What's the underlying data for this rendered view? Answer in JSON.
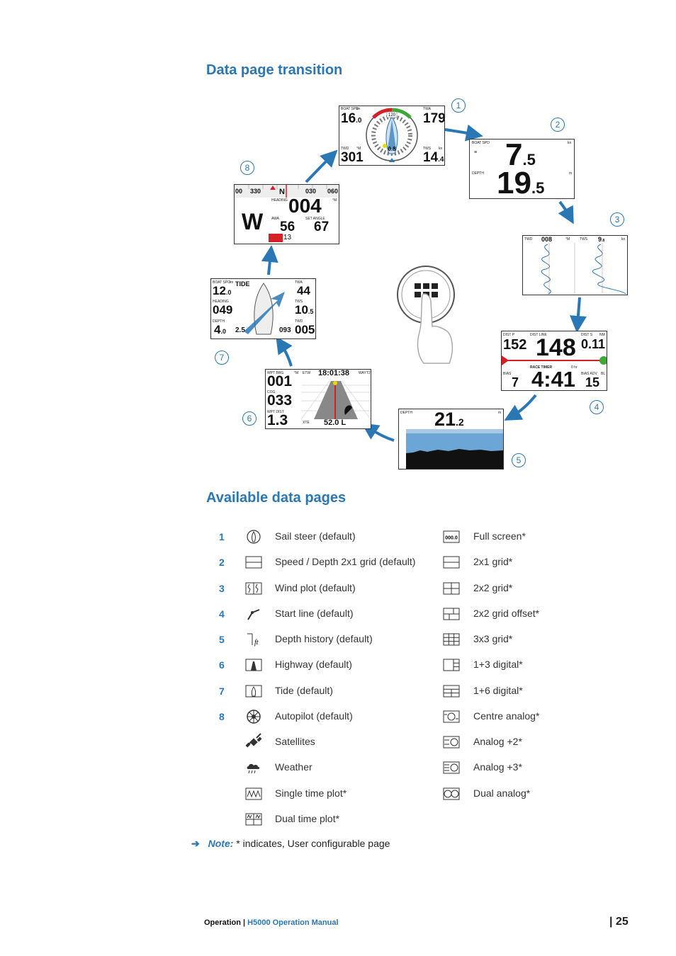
{
  "headings": {
    "transition": "Data page transition",
    "available": "Available data pages"
  },
  "screens": {
    "s1": {
      "boat_spd_label": "BOAT SPD",
      "unit_kn": "kn",
      "boat_spd": "16",
      "boat_spd_dec": ".0",
      "twa_label": "TWA",
      "twa": "179",
      "twd_label": "TWD",
      "twd_unit": "°M",
      "twd": "301",
      "tws_label": "TWS",
      "tws_unit": "kn",
      "tws": "14",
      "tws_dec": ".4",
      "dial_top": "120",
      "dial_center": "0.8"
    },
    "s2": {
      "boat_spd_label": "BOAT SPD",
      "unit_kn": "kn",
      "speed": "7",
      "speed_dec": ".5",
      "depth_label": "DEPTH",
      "unit_m": "m",
      "depth": "19",
      "depth_dec": ".5"
    },
    "s3": {
      "twd_label": "TWD",
      "twd": "008",
      "twd_unit": "°M",
      "tws_label": "TWS",
      "tws": "9",
      "tws_dec": ".8",
      "tws_unit": "kn"
    },
    "s4": {
      "dist_p": "DIST P",
      "dist_line": "DIST LINE",
      "dist_s": "DIST S",
      "unit_m": "m",
      "unit_nm": "NM",
      "p_val": "152",
      "line_val": "148",
      "s_val": "0.11",
      "race_timer": "RACE TIMER",
      "hr": "0 hr",
      "bias": "BIAS",
      "bias_adv": "BIAS ADV",
      "bl": "BL",
      "bias_val": "7",
      "timer": "4:41",
      "bias_adv_val": "15"
    },
    "s5": {
      "depth_label": "DEPTH",
      "unit_m": "m",
      "depth": "21",
      "depth_dec": ".2"
    },
    "s6": {
      "wpt_brg": "WPT BRG",
      "unit_m": "°M",
      "etw": "ETW",
      "time": "18:01:38",
      "wpt": "WAYT2",
      "brg": "001",
      "cog": "COG",
      "cog_val": "033",
      "wpt_dist": "WPT DIST",
      "dist": "1.3",
      "xte": "XTE",
      "xte_val": "52.0 L"
    },
    "s7": {
      "boat_spd": "BOAT SPD",
      "unit_kn": "kn",
      "tide": "TIDE",
      "twa": "TWA",
      "spd": "12",
      "spd_dec": ".0",
      "twa_val": "44",
      "heading": "HEADING",
      "unit_deg": "°M",
      "tws": "TWS",
      "head_val": "049",
      "tws_val": "10",
      "tws_dec": ".5",
      "depth": "DEPTH",
      "unit_m": "m",
      "twd": "TWD",
      "depth_val": "4",
      "depth_dec": ".0",
      "tide_val": "2.5",
      "tide_dir": "093",
      "twd_val": "005"
    },
    "s8": {
      "t1": "00",
      "t2": "330",
      "t3": "N",
      "t4": "030",
      "t5": "060",
      "heading": "HEADING",
      "unit_deg": "°M",
      "head_val": "004",
      "dir": "W",
      "awa": "AWA",
      "set_angle": "SET ANGLE",
      "awa_val": "56",
      "set_val": "67",
      "rudder": "13"
    }
  },
  "callouts": [
    "1",
    "2",
    "3",
    "4",
    "5",
    "6",
    "7",
    "8"
  ],
  "pages_left": [
    {
      "num": "1",
      "icon": "sail-steer-icon",
      "label": "Sail steer (default)"
    },
    {
      "num": "2",
      "icon": "speed-depth-icon",
      "label": "Speed / Depth 2x1 grid (default)"
    },
    {
      "num": "3",
      "icon": "wind-plot-icon",
      "label": "Wind plot (default)"
    },
    {
      "num": "4",
      "icon": "start-line-icon",
      "label": "Start line (default)"
    },
    {
      "num": "5",
      "icon": "depth-history-icon",
      "label": "Depth history (default)"
    },
    {
      "num": "6",
      "icon": "highway-icon",
      "label": "Highway (default)"
    },
    {
      "num": "7",
      "icon": "tide-icon",
      "label": "Tide (default)"
    },
    {
      "num": "8",
      "icon": "autopilot-icon",
      "label": "Autopilot (default)"
    },
    {
      "num": "",
      "icon": "satellites-icon",
      "label": "Satellites"
    },
    {
      "num": "",
      "icon": "weather-icon",
      "label": "Weather"
    },
    {
      "num": "",
      "icon": "single-time-plot-icon",
      "label": "Single time plot*"
    },
    {
      "num": "",
      "icon": "dual-time-plot-icon",
      "label": "Dual time plot*"
    }
  ],
  "pages_right": [
    {
      "icon": "full-screen-icon",
      "icon_text": "000.0",
      "label": "Full screen*"
    },
    {
      "icon": "grid-2x1-icon",
      "label": "2x1 grid*"
    },
    {
      "icon": "grid-2x2-icon",
      "label": "2x2 grid*"
    },
    {
      "icon": "grid-2x2-offset-icon",
      "label": "2x2 grid offset*"
    },
    {
      "icon": "grid-3x3-icon",
      "label": "3x3 grid*"
    },
    {
      "icon": "digital-1-3-icon",
      "label": "1+3 digital*"
    },
    {
      "icon": "digital-1-6-icon",
      "label": "1+6 digital*"
    },
    {
      "icon": "centre-analog-icon",
      "label": "Centre analog*"
    },
    {
      "icon": "analog-2-icon",
      "label": "Analog +2*"
    },
    {
      "icon": "analog-3-icon",
      "label": "Analog +3*"
    },
    {
      "icon": "dual-analog-icon",
      "label": "Dual analog*"
    }
  ],
  "note": {
    "label": "Note:",
    "text": " * indicates, User configurable page"
  },
  "footer": {
    "section": "Operation",
    "separator": " | ",
    "manual": "H5000 Operation Manual",
    "page_sep": "| ",
    "page": "25"
  },
  "colors": {
    "accent": "#2a77b5",
    "red": "#d62027",
    "green": "#3aaa35"
  }
}
